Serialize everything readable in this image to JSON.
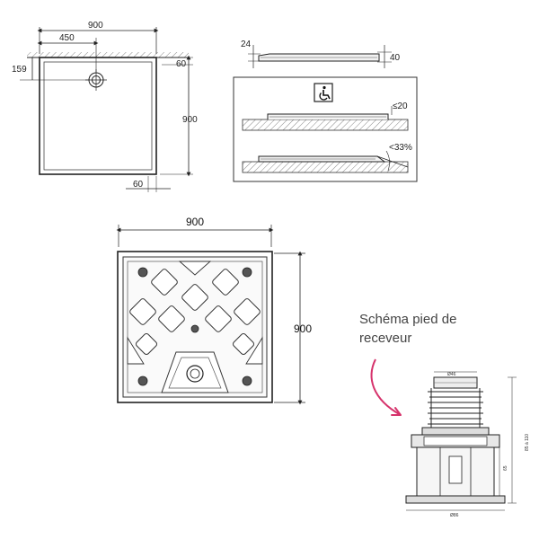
{
  "top_plan": {
    "width_total": "900",
    "width_half": "450",
    "drain_offset": "159",
    "right_top": "60",
    "height": "900",
    "bottom_right": "60"
  },
  "profile": {
    "thickness_left": "24",
    "thickness_right": "40"
  },
  "install_box": {
    "wheelchair_icon": "wheelchair-icon",
    "flush_label": "≤20",
    "slope_label": "<33%"
  },
  "underside": {
    "width": "900",
    "height": "900"
  },
  "foot": {
    "caption_line1": "Schéma pied de",
    "caption_line2": "receveur",
    "top_diameter": "Ø46",
    "bottom_diameter": "Ø86",
    "height_range": "85 à 110",
    "inner_height": "65",
    "arrow_color": "#d6336c"
  }
}
